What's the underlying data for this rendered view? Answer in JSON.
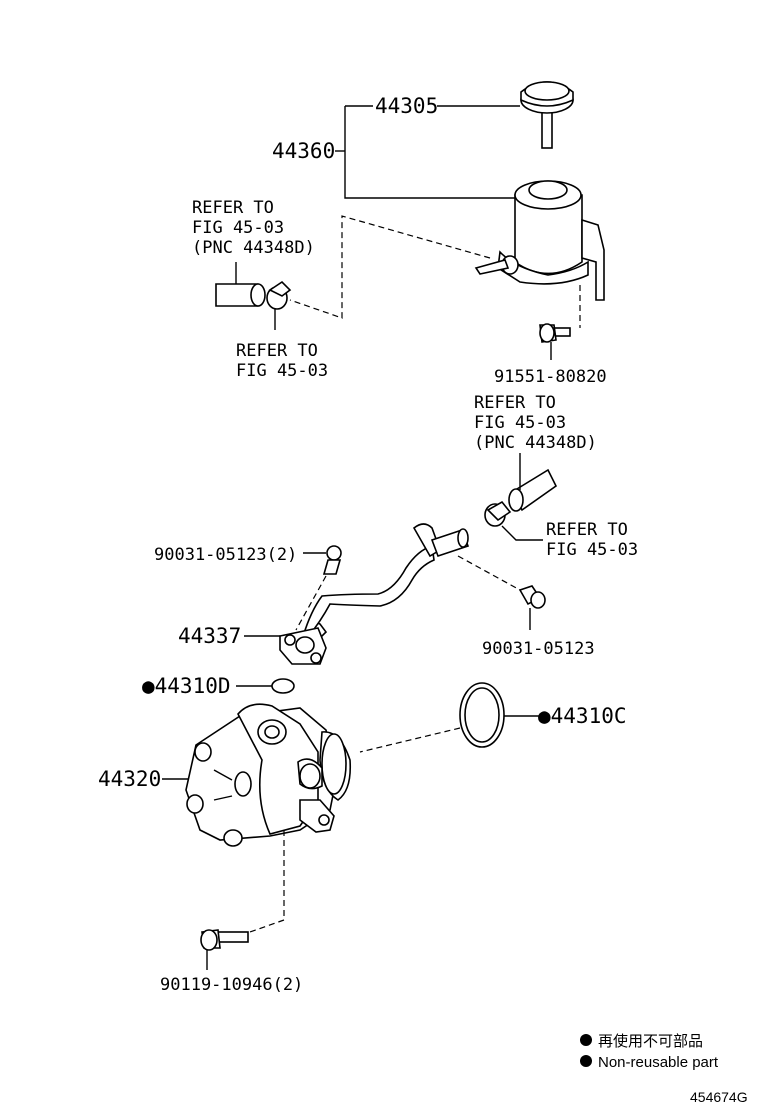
{
  "parts": {
    "p44305": "44305",
    "p44360": "44360",
    "p91551": "91551-80820",
    "p90031_2": "90031-05123(2)",
    "p44337": "44337",
    "p90031": "90031-05123",
    "p44310D": "●44310D",
    "p44310C": "●44310C",
    "p44320": "44320",
    "p90119": "90119-10946(2)"
  },
  "refers": {
    "r1": [
      "REFER TO",
      "FIG 45-03",
      "(PNC 44348D)"
    ],
    "r2": [
      "REFER TO",
      "FIG 45-03"
    ],
    "r3": [
      "REFER TO",
      "FIG 45-03",
      "(PNC 44348D)"
    ],
    "r4": [
      "REFER TO",
      "FIG 45-03"
    ]
  },
  "legend": {
    "jp": "再使用不可部品",
    "en": "Non-reusable part"
  },
  "diagram_code": "454674G"
}
